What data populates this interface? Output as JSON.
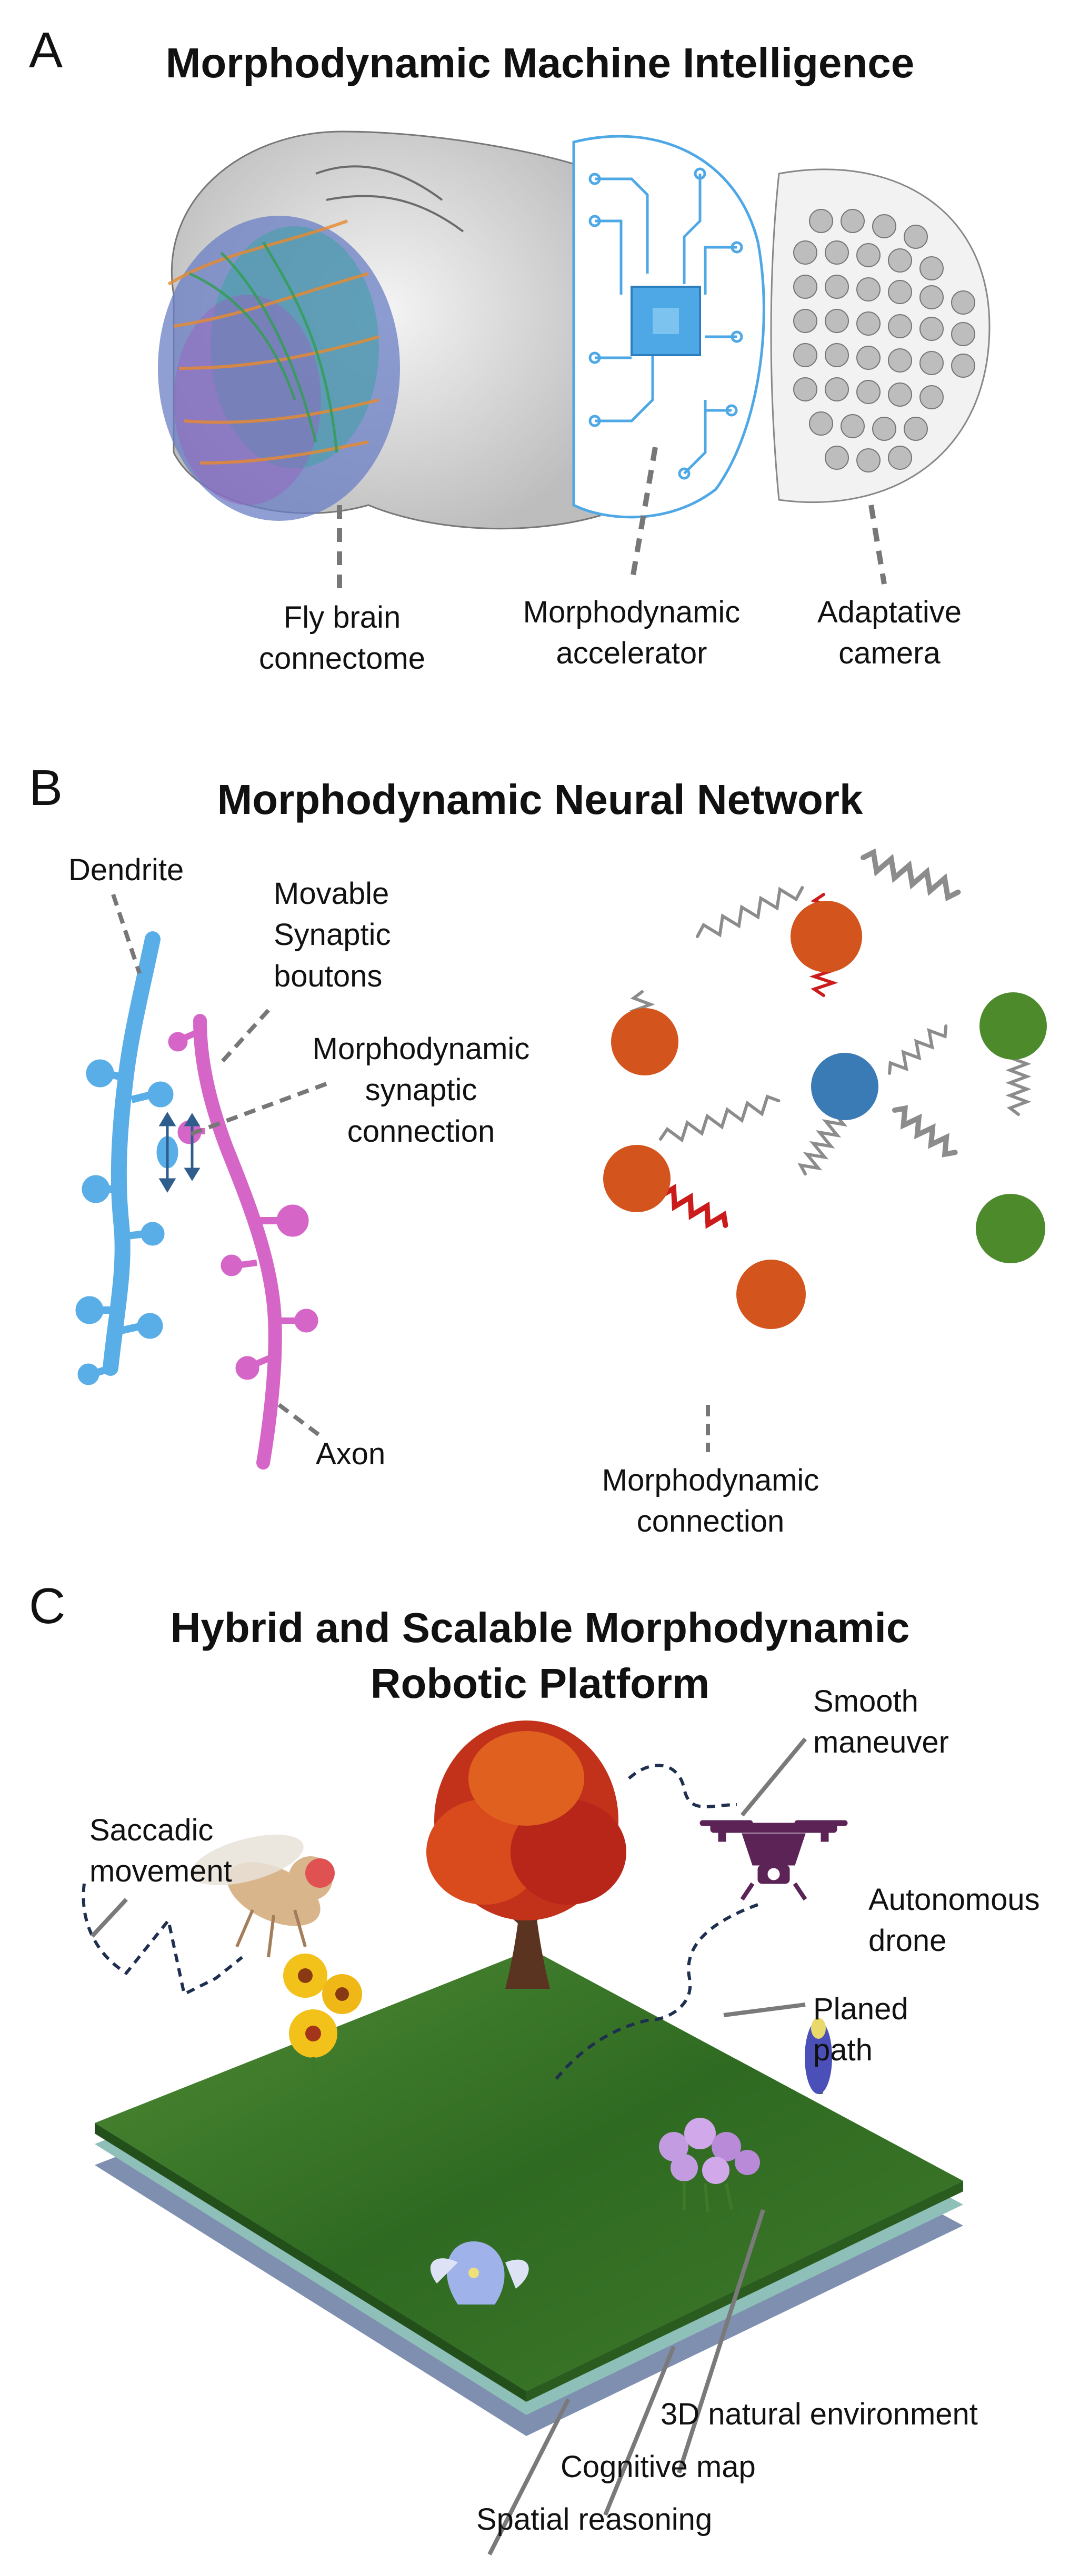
{
  "panel_a": {
    "letter": "A",
    "title": "Morphodynamic Machine Intelligence",
    "labels": {
      "fly_brain": "Fly brain\nconnectome",
      "accelerator": "Morphodynamic\naccelerator",
      "camera": "Adaptative\ncamera"
    }
  },
  "panel_b": {
    "letter": "B",
    "title": "Morphodynamic Neural Network",
    "labels": {
      "dendrite": "Dendrite",
      "boutons": "Movable\nSynaptic\nboutons",
      "synaptic_connection": "Morphodynamic\nsynaptic\nconnection",
      "axon": "Axon",
      "connection": "Morphodynamic\nconnection"
    }
  },
  "panel_c": {
    "letter": "C",
    "title_line1": "Hybrid and Scalable Morphodynamic",
    "title_line2": "Robotic Platform",
    "labels": {
      "smooth": "Smooth\nmaneuver",
      "saccadic": "Saccadic\nmovement",
      "drone": "Autonomous\ndrone",
      "planed_path": "Planed\npath",
      "environment": "3D natural environment",
      "cognitive_map": "Cognitive map",
      "spatial": "Spatial reasoning"
    }
  },
  "colors": {
    "dendrite": "#5aaee8",
    "axon": "#d566c8",
    "node_orange": "#d3541c",
    "node_green": "#4d8a2c",
    "node_blue": "#3a7ab5",
    "spring_red": "#cc1b1b",
    "spring_gray": "#8c8c8c",
    "circuit": "#4fa8e6",
    "ground": "#3f7a2a",
    "layer_teal": "#8ebfb8",
    "layer_blue": "#7f8fb0",
    "drone": "#5b2356"
  }
}
